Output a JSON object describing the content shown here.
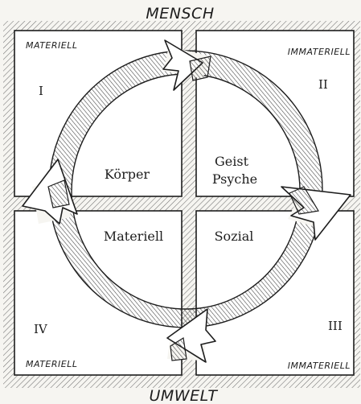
{
  "diagram": {
    "top_label": "MENSCH",
    "bottom_label": "UMWELT",
    "quadrants": {
      "top_left": {
        "corner_label": "MATERIELL",
        "numeral": "I",
        "center_label": "Körper"
      },
      "top_right": {
        "corner_label": "IMMATERIELL",
        "numeral": "II",
        "center_label_line1": "Geist",
        "center_label_line2": "Psyche"
      },
      "bottom_left": {
        "corner_label": "MATERIELL",
        "numeral": "IV",
        "center_label": "Materiell"
      },
      "bottom_right": {
        "corner_label": "IMMATERIELL",
        "numeral": "III",
        "center_label": "Sozial"
      }
    },
    "colors": {
      "paper": "#f6f5f1",
      "ink": "#1d1d1d",
      "hatch": "#6e6e6e",
      "arrow_fill": "#ffffff"
    }
  }
}
